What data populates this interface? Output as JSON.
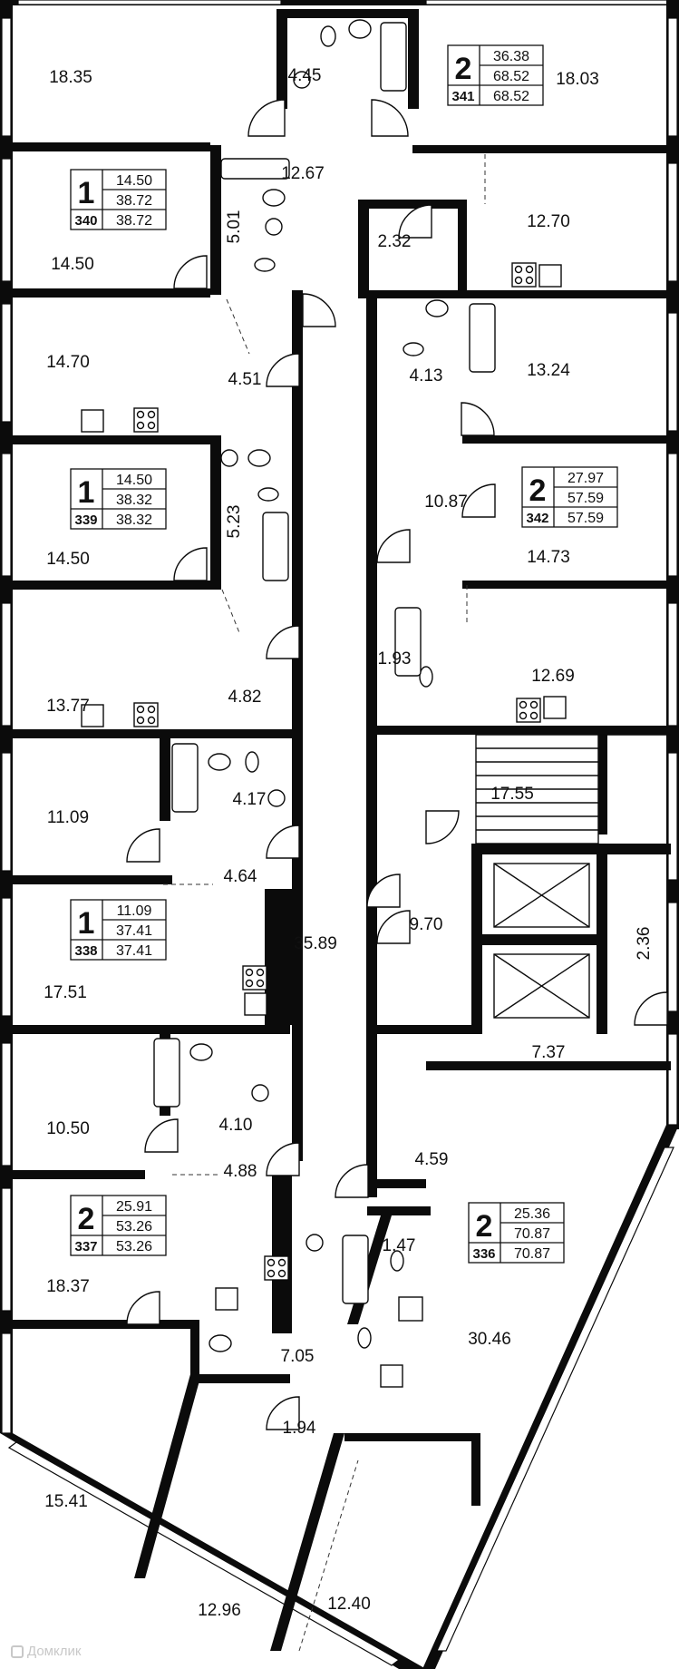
{
  "room_areas": [
    "18.35",
    "4.45",
    "18.03",
    "12.67",
    "14.50",
    "5.01",
    "2.32",
    "12.70",
    "14.70",
    "4.51",
    "4.13",
    "13.24",
    "10.87",
    "14.50",
    "5.23",
    "14.73",
    "13.77",
    "4.82",
    "1.93",
    "12.69",
    "17.55",
    "11.09",
    "4.17",
    "4.64",
    "35.89",
    "9.70",
    "2.36",
    "17.51",
    "7.37",
    "10.50",
    "4.10",
    "4.88",
    "4.59",
    "1.47",
    "18.37",
    "30.46",
    "7.05",
    "15.41",
    "1.94",
    "12.96",
    "12.40"
  ],
  "apartments": [
    {
      "number": "341",
      "rooms": "2",
      "living": "36.38",
      "total": "68.52",
      "total2": "68.52"
    },
    {
      "number": "340",
      "rooms": "1",
      "living": "14.50",
      "total": "38.72",
      "total2": "38.72"
    },
    {
      "number": "339",
      "rooms": "1",
      "living": "14.50",
      "total": "38.32",
      "total2": "38.32"
    },
    {
      "number": "342",
      "rooms": "2",
      "living": "27.97",
      "total": "57.59",
      "total2": "57.59"
    },
    {
      "number": "338",
      "rooms": "1",
      "living": "11.09",
      "total": "37.41",
      "total2": "37.41"
    },
    {
      "number": "337",
      "rooms": "2",
      "living": "25.91",
      "total": "53.26",
      "total2": "53.26"
    },
    {
      "number": "336",
      "rooms": "2",
      "living": "25.36",
      "total": "70.87",
      "total2": "70.87"
    }
  ],
  "watermark": {
    "icon": "domclick-logo-icon",
    "text": "Домклик"
  }
}
